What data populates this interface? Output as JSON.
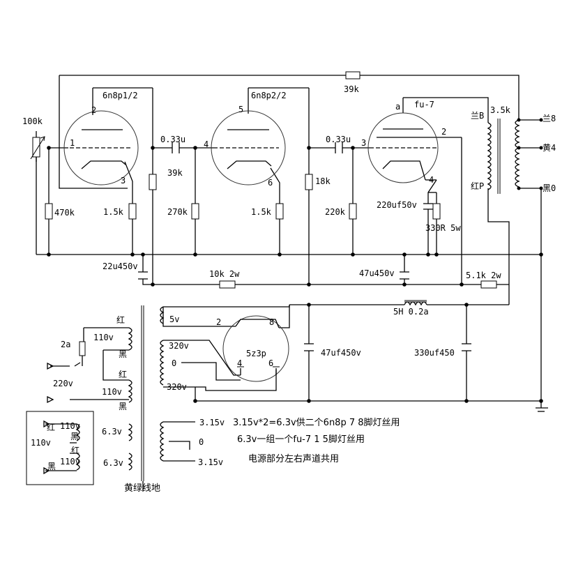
{
  "tubes": {
    "v1": {
      "name": "6n8p1/2",
      "p_plate": "2",
      "p_grid": "1",
      "p_cathode": "3"
    },
    "v2": {
      "name": "6n8p2/2",
      "p_plate": "5",
      "p_grid": "4",
      "p_cathode": "6"
    },
    "v3": {
      "name": "fu-7",
      "p_plate": "a",
      "p_grid": "3",
      "p_screen": "2",
      "p_cathode": "4"
    },
    "rect": {
      "name": "5z3p",
      "p2": "2",
      "p8": "8",
      "p4": "4",
      "p6": "6"
    }
  },
  "components": {
    "r_feedback": "39k",
    "vol": "100k",
    "r470": "470k",
    "rk1": "1.5k",
    "c1": "0.33u",
    "r39": "39k",
    "r270": "270k",
    "rk2": "1.5k",
    "c2": "0.33u",
    "r18": "18k",
    "r220": "220k",
    "ck3": "220uf50v",
    "rk3": "330R 5w",
    "c22": "22u450v",
    "r10": "10k 2w",
    "c47": "47u450v",
    "r51": "5.1k 2w",
    "choke": "5H 0.2a",
    "c47f": "47uf450v",
    "c330": "330uf450"
  },
  "output_tx": {
    "primary": "3.5k",
    "b": "兰B",
    "p": "红P",
    "t8": "兰8",
    "t4": "黄4",
    "t0": "黑0"
  },
  "power_tx": {
    "fuse": "2a",
    "mains": "220v",
    "v110a": "110v",
    "v110b": "110v",
    "red1": "红",
    "black1": "黑",
    "red2": "红",
    "black2": "黑",
    "h5v": "5v",
    "hv1": "320v",
    "hv0": "0",
    "hv2": "320v",
    "h63a": "6.3v",
    "h63b": "6.3v",
    "ground": "黄绿线地"
  },
  "inset": {
    "v110": "110v",
    "red_a": "红",
    "v110a": "110v",
    "black_a": "黑",
    "red_b": "红",
    "black_b": "黑",
    "v110b": "110v"
  },
  "heater": {
    "top": "3.15v",
    "ct": "0",
    "bottom": "3.15v"
  },
  "notes": [
    "3.15v*2=6.3v供二个6n8p 7 8脚灯丝用",
    "6.3v一组一个fu-7 1 5脚灯丝用",
    "电源部分左右声道共用"
  ]
}
